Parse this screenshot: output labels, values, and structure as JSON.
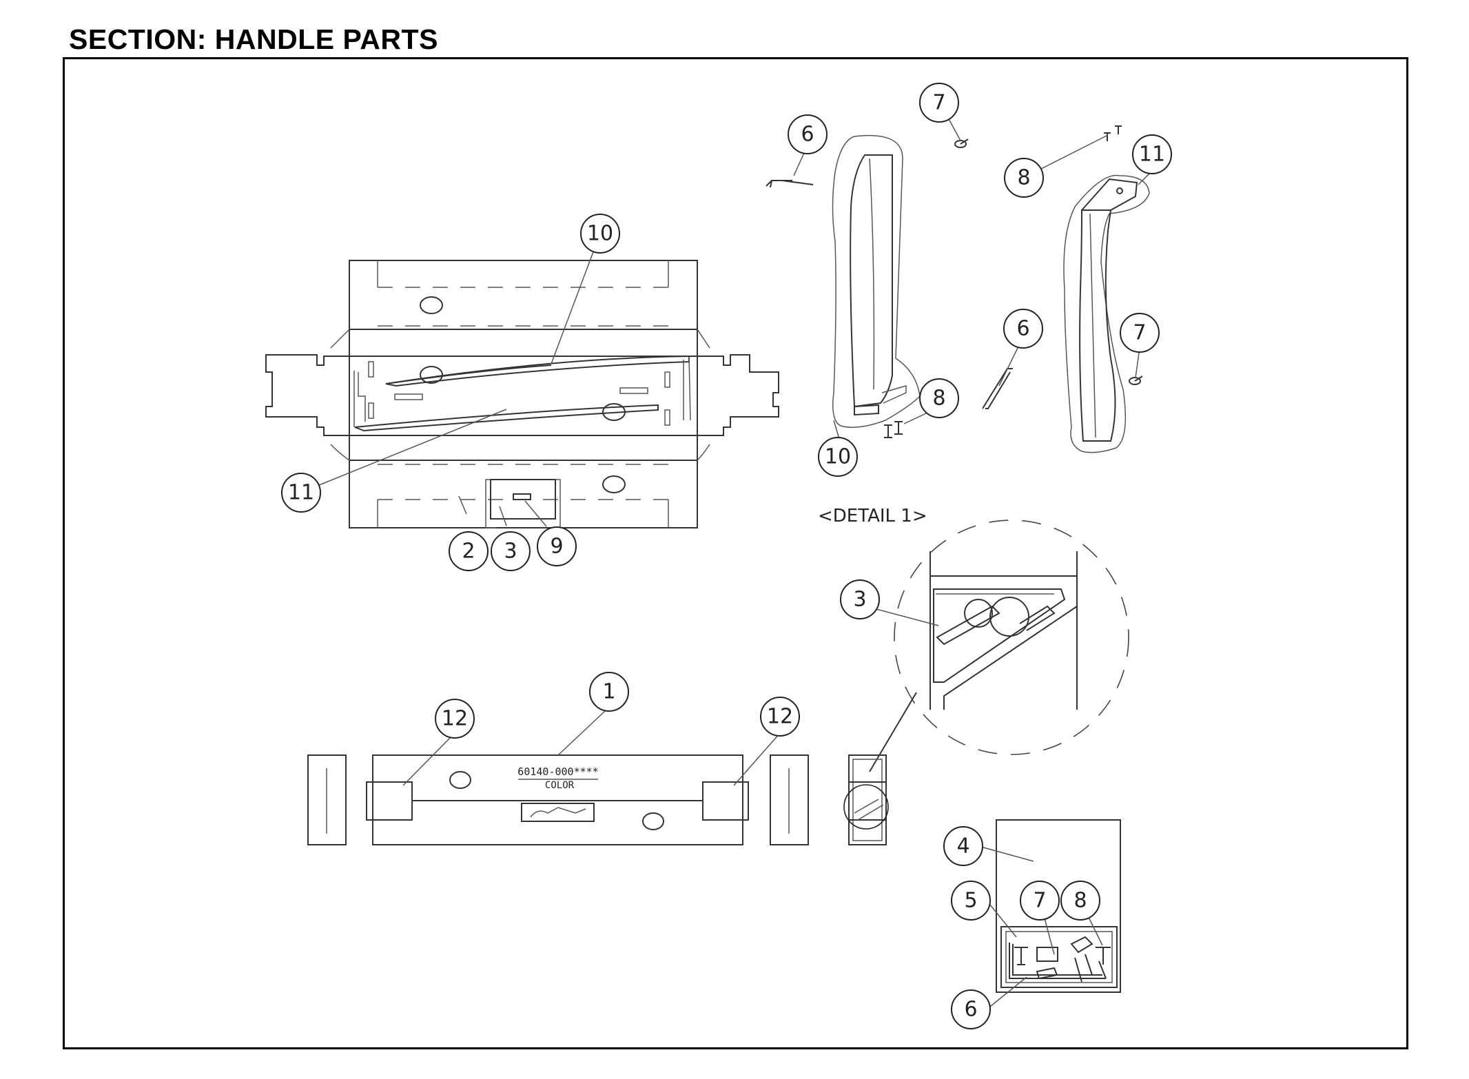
{
  "title": "SECTION: HANDLE PARTS",
  "detail_label": "<DETAIL 1>",
  "box_label_code": "60140-000****",
  "box_label_color": "COLOR",
  "callouts": [
    {
      "id": "c1",
      "label": "1"
    },
    {
      "id": "c2",
      "label": "2"
    },
    {
      "id": "c3a",
      "label": "3"
    },
    {
      "id": "c3b",
      "label": "3"
    },
    {
      "id": "c4",
      "label": "4"
    },
    {
      "id": "c5",
      "label": "5"
    },
    {
      "id": "c6a",
      "label": "6"
    },
    {
      "id": "c6b",
      "label": "6"
    },
    {
      "id": "c6c",
      "label": "6"
    },
    {
      "id": "c7a",
      "label": "7"
    },
    {
      "id": "c7b",
      "label": "7"
    },
    {
      "id": "c7c",
      "label": "7"
    },
    {
      "id": "c8a",
      "label": "8"
    },
    {
      "id": "c8b",
      "label": "8"
    },
    {
      "id": "c8c",
      "label": "8"
    },
    {
      "id": "c9",
      "label": "9"
    },
    {
      "id": "c10a",
      "label": "10"
    },
    {
      "id": "c10b",
      "label": "10"
    },
    {
      "id": "c11a",
      "label": "11"
    },
    {
      "id": "c11b",
      "label": "11"
    },
    {
      "id": "c12a",
      "label": "12"
    },
    {
      "id": "c12b",
      "label": "12"
    }
  ]
}
